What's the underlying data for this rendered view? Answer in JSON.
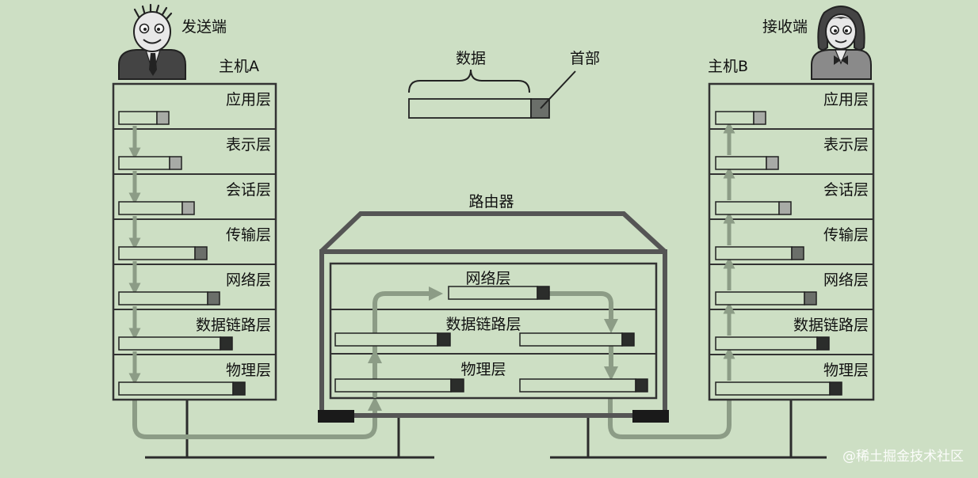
{
  "sender": {
    "label": "发送端",
    "host": "主机A"
  },
  "receiver": {
    "label": "接收端",
    "host": "主机B"
  },
  "packet": {
    "data_label": "数据",
    "header_label": "首部"
  },
  "router": {
    "title": "路由器",
    "layers": [
      "网络层",
      "数据链路层",
      "物理层"
    ]
  },
  "host_layers": [
    "应用层",
    "表示层",
    "会话层",
    "传输层",
    "网络层",
    "数据链路层",
    "物理层"
  ],
  "watermark": "@稀土掘金技术社区",
  "colors": {
    "background": "#cddfc4",
    "frame": "#333333",
    "arrow": "#8c9c86",
    "header_light": "#a8aba6",
    "header_mid": "#6b6f6a",
    "header_dark": "#2b2d2b"
  }
}
